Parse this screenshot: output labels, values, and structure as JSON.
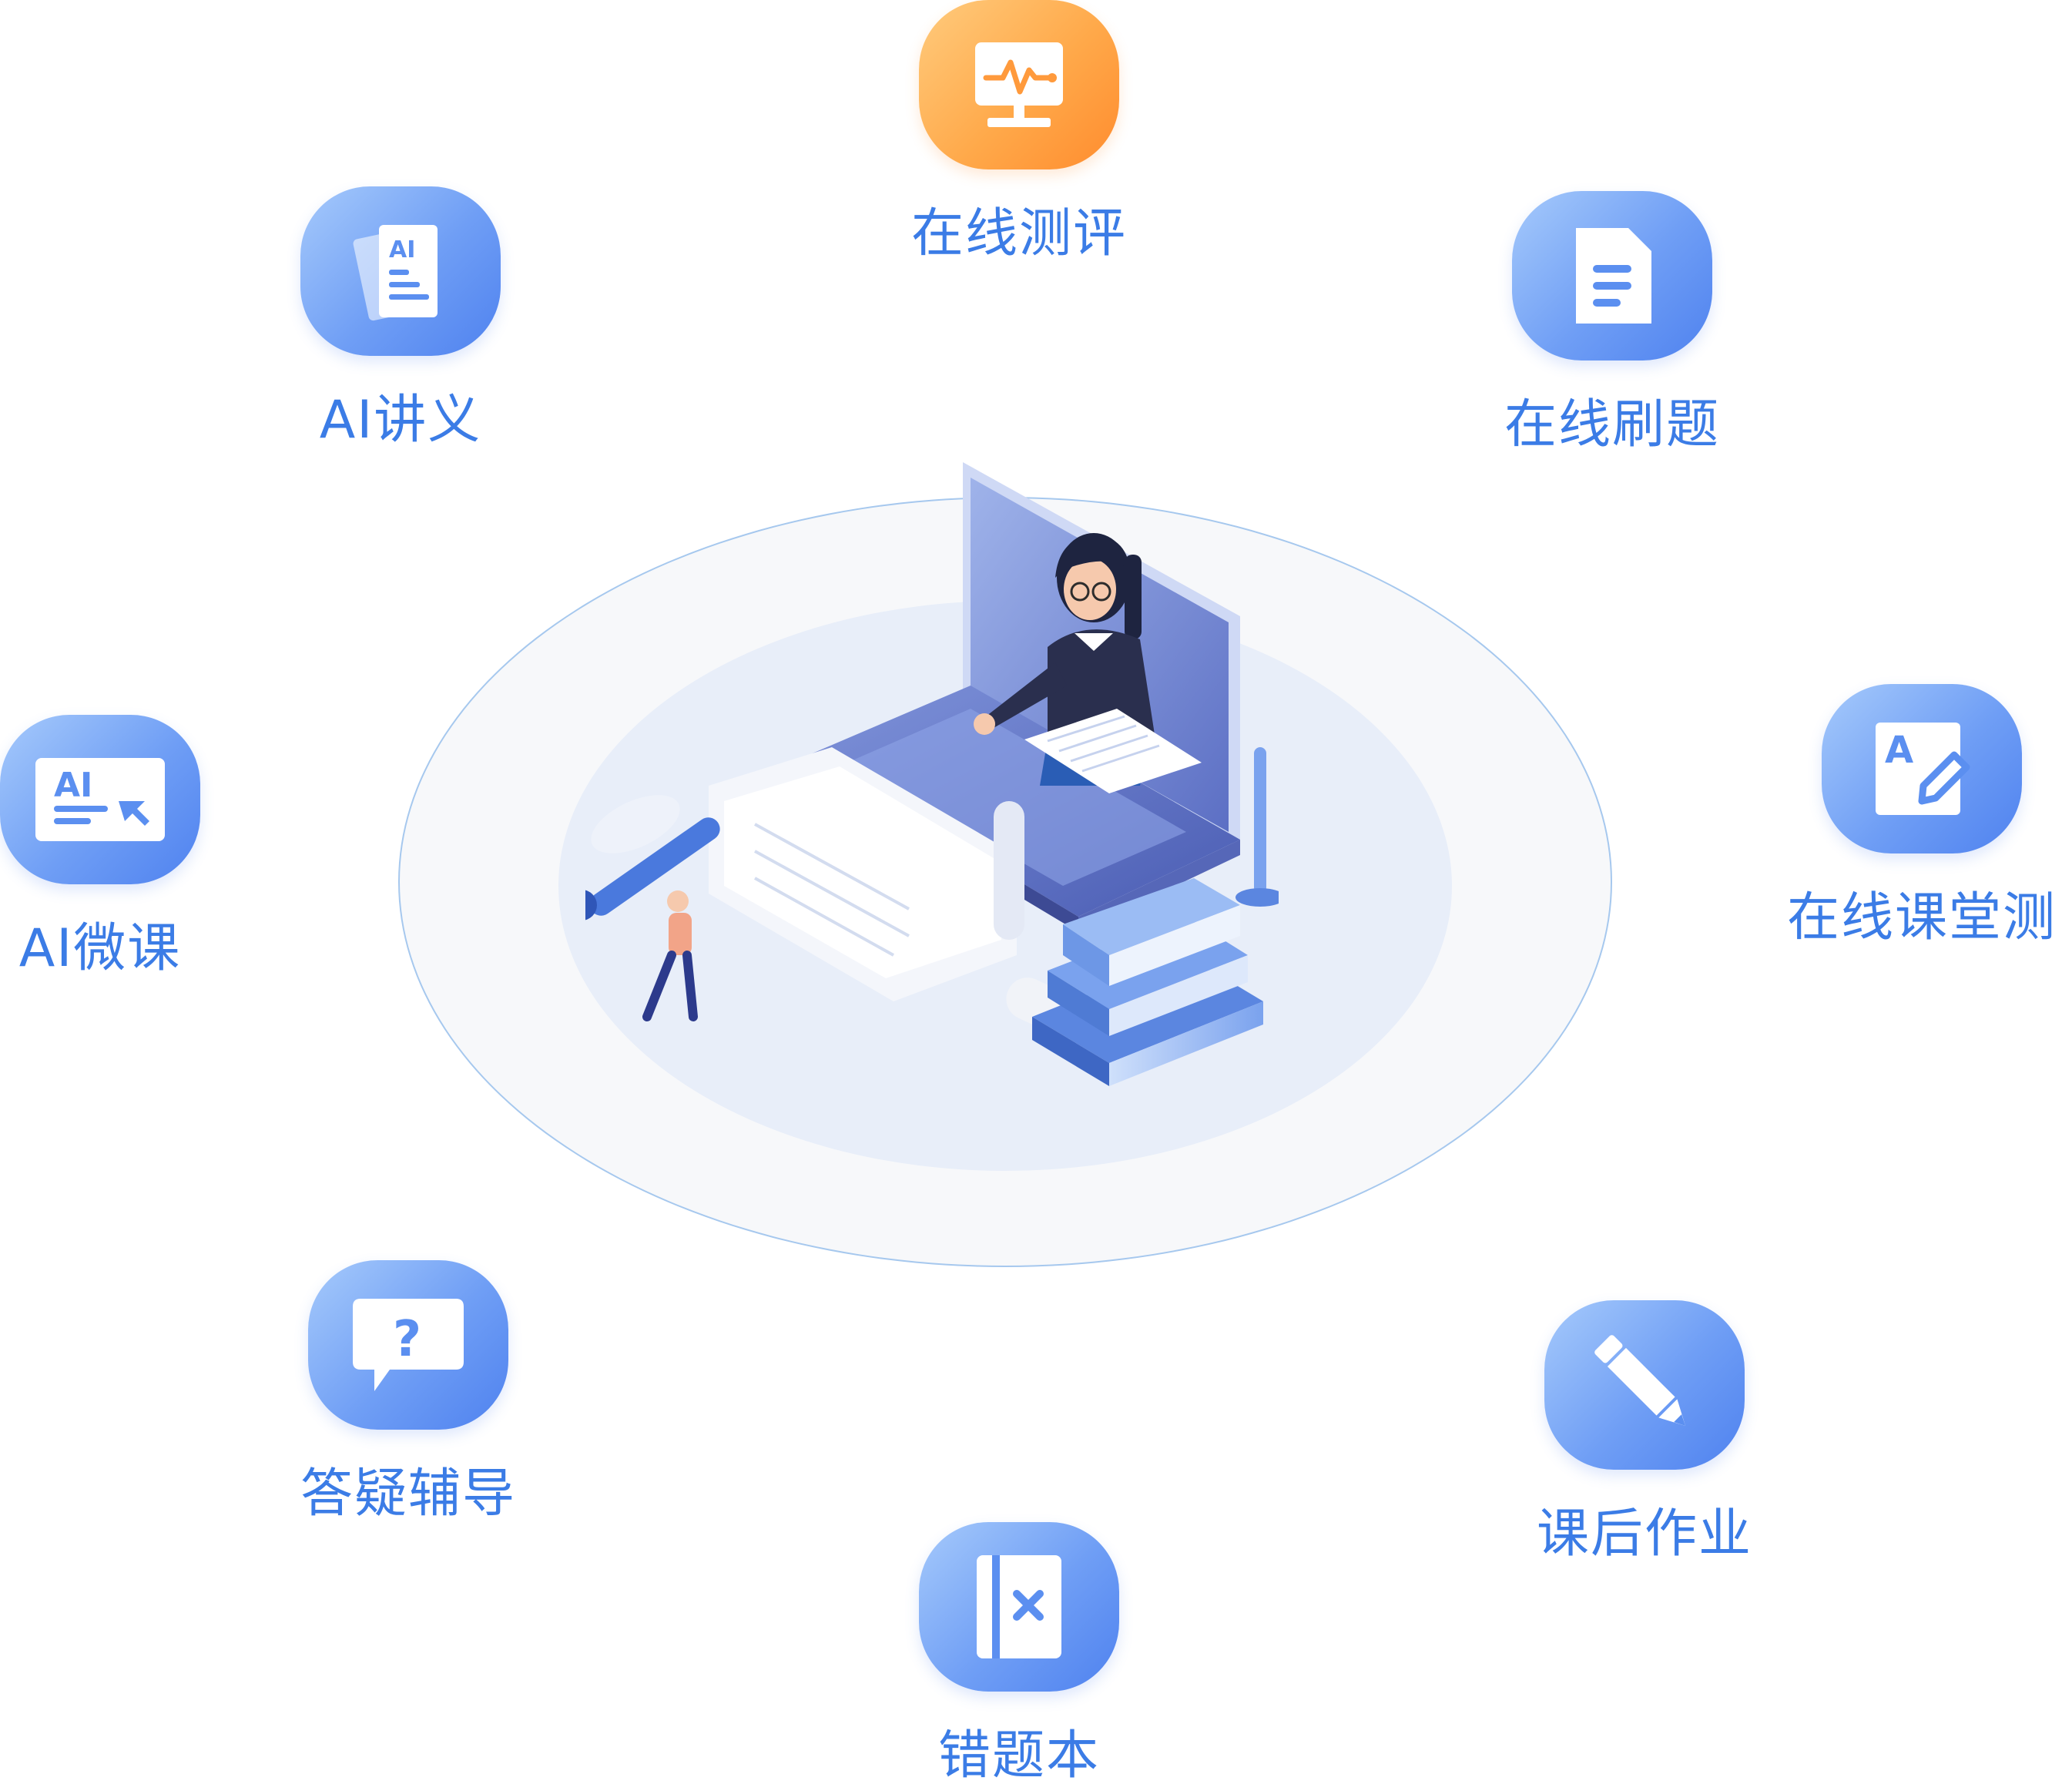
{
  "features": [
    {
      "id": "online-test",
      "label": "在线测评",
      "icon": "monitor-pulse-icon",
      "color": "#ff9a3c"
    },
    {
      "id": "ai-handout",
      "label": "AI讲义",
      "icon": "ai-document-icon",
      "color": "#5b8ff0"
    },
    {
      "id": "online-drill",
      "label": "在线刷题",
      "icon": "document-lines-icon",
      "color": "#5b8ff0"
    },
    {
      "id": "ai-microclass",
      "label": "AI微课",
      "icon": "ai-screen-cursor-icon",
      "color": "#5b8ff0"
    },
    {
      "id": "class-test",
      "label": "在线课堂测",
      "icon": "edit-a-icon",
      "color": "#5b8ff0"
    },
    {
      "id": "qa-tutor",
      "label": "答疑辅导",
      "icon": "question-bubble-icon",
      "color": "#5b8ff0"
    },
    {
      "id": "homework",
      "label": "课后作业",
      "icon": "pencil-icon",
      "color": "#5b8ff0"
    },
    {
      "id": "wrong-book",
      "label": "错题本",
      "icon": "notebook-x-icon",
      "color": "#5b8ff0"
    }
  ],
  "icon_text": {
    "ai_badge": "AI",
    "a_letter": "A",
    "question_mark": "?"
  },
  "colors": {
    "label": "#3b7ce6",
    "tile_blue_start": "#a6cafb",
    "tile_blue_end": "#4f82ef",
    "tile_orange_start": "#ffcb7d",
    "tile_orange_end": "#ff8c2e"
  }
}
